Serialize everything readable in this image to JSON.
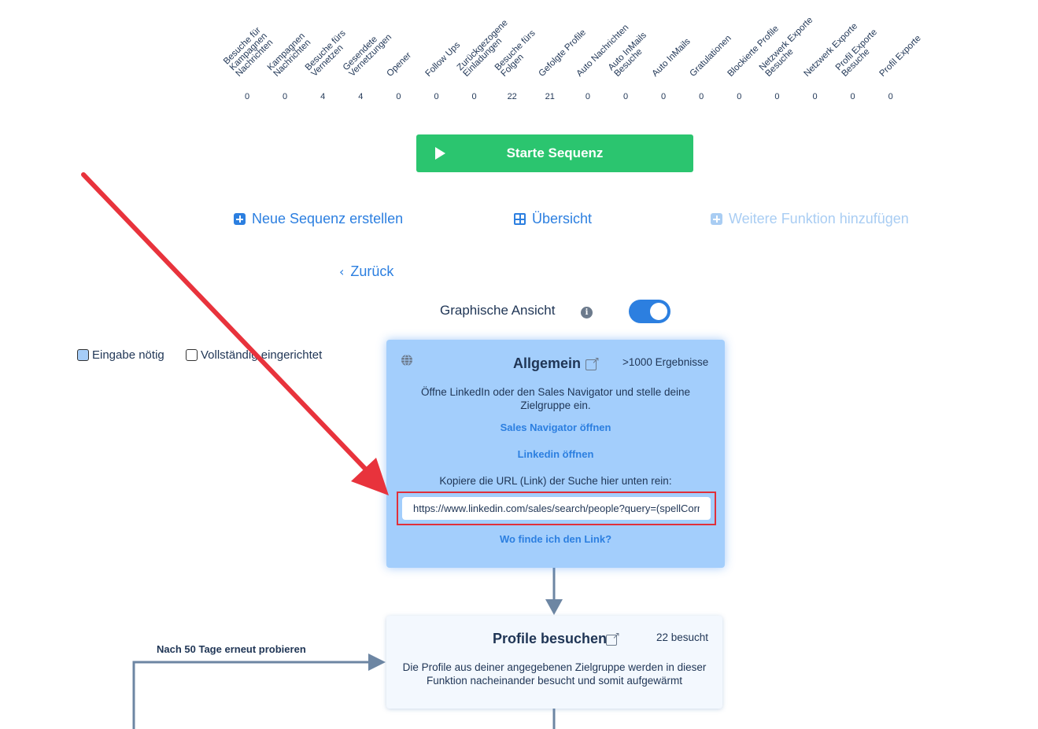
{
  "stats": [
    {
      "label": "Besuche für\nKampagnen\nNachrichten",
      "value": "0"
    },
    {
      "label": "Kampagnen\nNachrichten",
      "value": "0"
    },
    {
      "label": "Besuche fürs\nVernetzen",
      "value": "4"
    },
    {
      "label": "Gesendete\nVernetzungen",
      "value": "4"
    },
    {
      "label": "Opener",
      "value": "0"
    },
    {
      "label": "Follow Ups",
      "value": "0"
    },
    {
      "label": "Zurückgezogene\nEinladungen",
      "value": "0"
    },
    {
      "label": "Besuche fürs\nFolgen",
      "value": "22"
    },
    {
      "label": "Gefolgte Profile",
      "value": "21"
    },
    {
      "label": "Auto Nachrichten",
      "value": "0"
    },
    {
      "label": "Auto InMails\nBesuche",
      "value": "0"
    },
    {
      "label": "Auto InMails",
      "value": "0"
    },
    {
      "label": "Gratulationen",
      "value": "0"
    },
    {
      "label": "Blockierte Profile",
      "value": "0"
    },
    {
      "label": "Netzwerk Exporte\nBesuche",
      "value": "0"
    },
    {
      "label": "Netzwerk Exporte",
      "value": "0"
    },
    {
      "label": "Profil Exporte\nBesuche",
      "value": "0"
    },
    {
      "label": "Profil Exporte",
      "value": "0"
    }
  ],
  "start_button": "Starte Sequenz",
  "nav": {
    "new_sequence": "Neue Sequenz erstellen",
    "overview": "Übersicht",
    "add_function": "Weitere Funktion hinzufügen"
  },
  "back": "Zurück",
  "graphic_view": "Graphische Ansicht",
  "filters": {
    "input_needed": "Eingabe nötig",
    "fully_setup": "Vollständig eingerichtet"
  },
  "general_card": {
    "title": "Allgemein",
    "results": ">1000 Ergebnisse",
    "description": "Öffne LinkedIn oder den Sales Navigator und stelle deine Zielgruppe ein.",
    "sales_navigator_link": "Sales Navigator öffnen",
    "linkedin_link": "Linkedin öffnen",
    "url_prompt": "Kopiere die URL (Link) der Suche hier unten rein:",
    "url_value": "https://www.linkedin.com/sales/search/people?query=(spellCorrectionEnabled",
    "help_link": "Wo finde ich den Link?"
  },
  "profile_card": {
    "title": "Profile besuchen",
    "count": "22 besucht",
    "description": "Die Profile aus deiner angegebenen Zielgruppe werden in dieser Funktion nacheinander besucht und somit aufgewärmt"
  },
  "retry_label": "Nach 50 Tage erneut probieren",
  "colors": {
    "accent": "#2c7fe0",
    "start_green": "#2bc56f",
    "card_blue": "#a3cefc",
    "arrow_red": "#e8333c",
    "connector": "#6d86a3"
  }
}
